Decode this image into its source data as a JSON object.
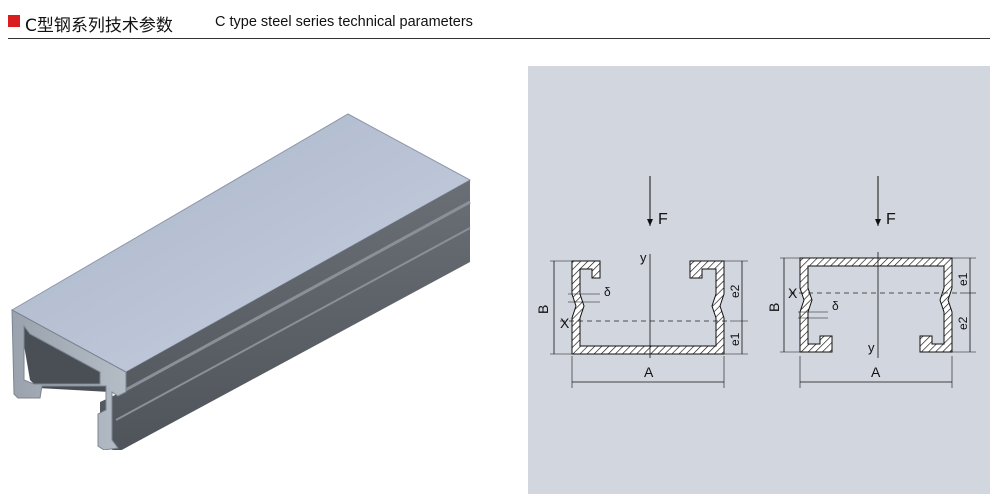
{
  "header": {
    "title_cn": "C型钢系列技术参数",
    "title_en": "C type steel series technical parameters"
  },
  "diagram_left": {
    "force": "F",
    "axis_y": "y",
    "axis_x": "X",
    "dim_width": "A",
    "dim_height": "B",
    "dim_e1": "e1",
    "dim_e2": "e2",
    "thickness": "δ"
  },
  "diagram_right": {
    "force": "F",
    "axis_y": "y",
    "axis_x": "X",
    "dim_width": "A",
    "dim_height": "B",
    "dim_e1": "e1",
    "dim_e2": "e2",
    "thickness": "δ"
  },
  "colors": {
    "marker": "#d81e1e",
    "panel_bg": "#d2d7df",
    "steel_top": "#bcc6d8",
    "steel_side": "#5c6168"
  }
}
